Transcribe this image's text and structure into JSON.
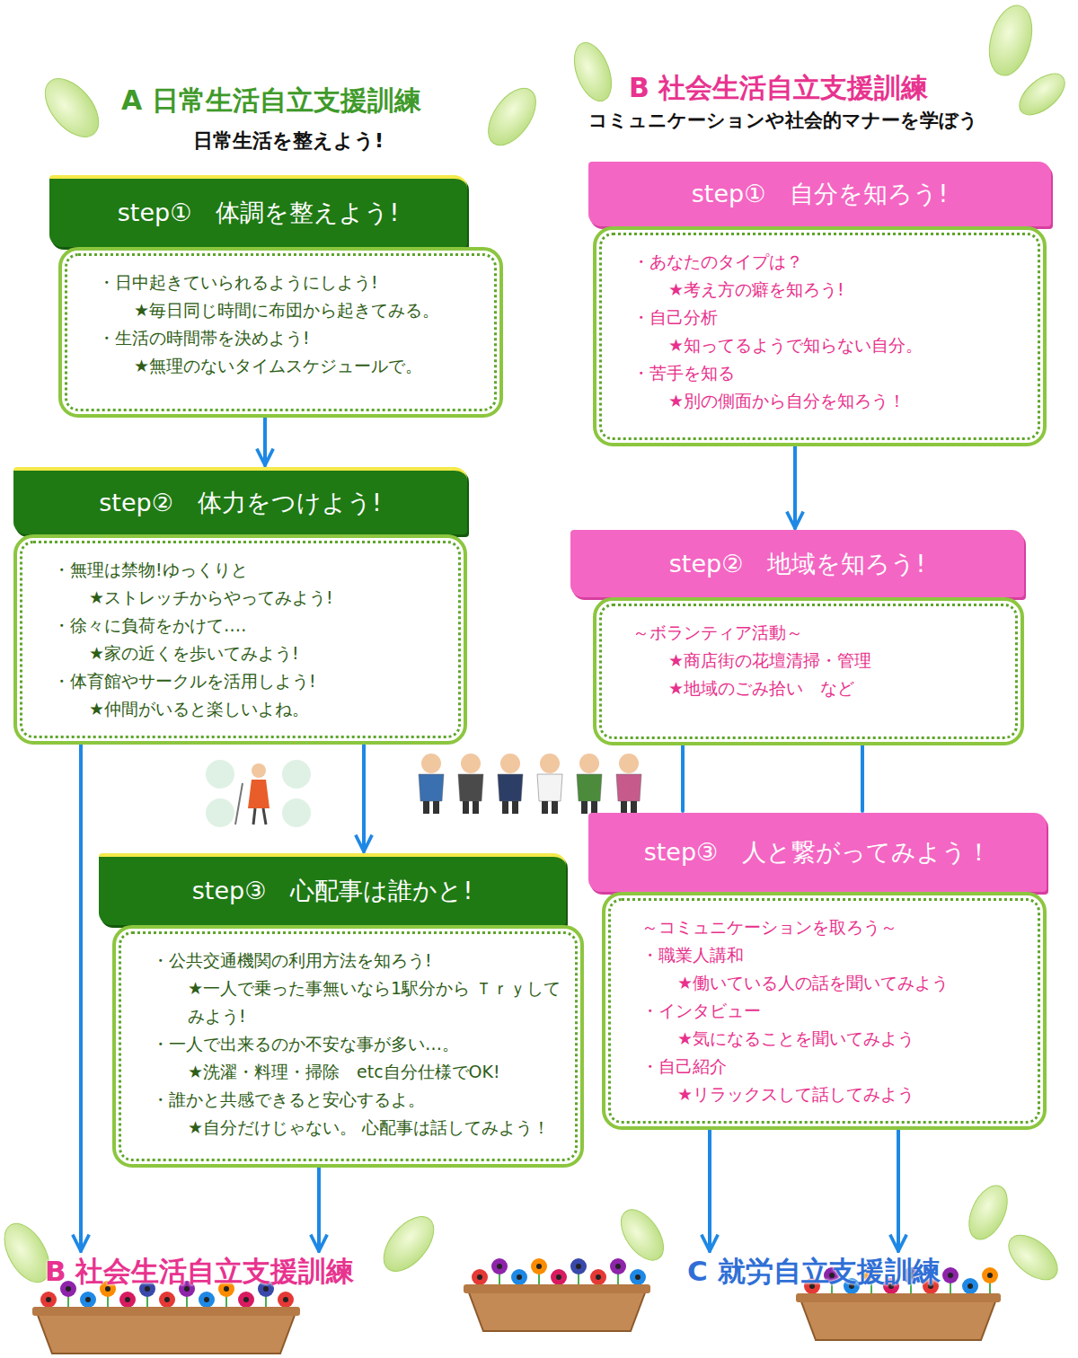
{
  "diagram": {
    "nodes": [
      {
        "text": [
          "step①　体調を整えよう!",
          "・日中起きていられるようにしよう!",
          "★毎日同じ時間に布団から起きてみる。",
          "・生活の時間帯を決めよう!",
          "★無理のないタイムスケジュールで。"
        ]
      },
      {
        "text": [
          "step②　体力をつけよう!",
          "・無理は禁物!ゆっくりと",
          "★ストレッチからやってみよう!",
          "・徐々に負荷をかけて‥‥",
          "★家の近くを歩いてみよう!",
          "・体育館やサークルを活用しよう!",
          "★仲間がいると楽しいよね。"
        ]
      },
      {
        "text": [
          "step③　心配事は誰かと!",
          "・公共交通機関の利用方法を知ろう!",
          "★一人で乗った事無いなら1駅分から Ｔｒｙしてみよう!",
          "・一人で出来るのか不安な事が多い…。",
          "★洗濯・料理・掃除　etc自分仕様でOK!",
          "・誰かと共感できると安心するよ。",
          "★自分だけじゃない。 心配事は話してみよう！"
        ]
      },
      {
        "text": [
          "step①　自分を知ろう!",
          "・あなたのタイプは？",
          "★考え方の癖を知ろう!",
          "・自己分析",
          "★知ってるようで知らない自分。",
          "・苦手を知る",
          "★別の側面から自分を知ろう！"
        ]
      },
      {
        "text": [
          "step②　地域を知ろう!",
          "～ボランティア活動～",
          "★商店街の花壇清掃・管理",
          "★地域のごみ拾い　など"
        ]
      },
      {
        "text": [
          "step③　人と繋がってみよう！",
          "～コミュニケーションを取ろう～",
          "・職業人講和",
          "★働いている人の話を聞いてみよう",
          "・インタビュー",
          "★気になることを聞いてみよう",
          "・自己紹介",
          "★リラックスして話してみよう"
        ]
      },
      {
        "text": [
          "B 社会生活自立支援訓練"
        ]
      },
      {
        "text": [
          "C 就労自立支援訓練"
        ]
      }
    ],
    "edges": [
      {
        "from": 0,
        "to": 1,
        "arrow": "to"
      },
      {
        "from": 1,
        "to": 2,
        "arrow": "to"
      },
      {
        "from": 1,
        "to": 6,
        "arrow": "to"
      },
      {
        "from": 2,
        "to": 6,
        "arrow": "to"
      },
      {
        "from": 3,
        "to": 4,
        "arrow": "to"
      },
      {
        "from": 4,
        "to": 5,
        "arrow": "none"
      },
      {
        "from": 4,
        "to": 5,
        "arrow": "none"
      },
      {
        "from": 5,
        "to": 7,
        "arrow": "to"
      },
      {
        "from": 5,
        "to": 7,
        "arrow": "to"
      }
    ],
    "labels": [
      "A 日常生活自立支援訓練",
      "日常生活を整えよう!",
      "B 社会生活自立支援訓練",
      "コミュニケーションや社会的マナーを学ぼう"
    ]
  }
}
